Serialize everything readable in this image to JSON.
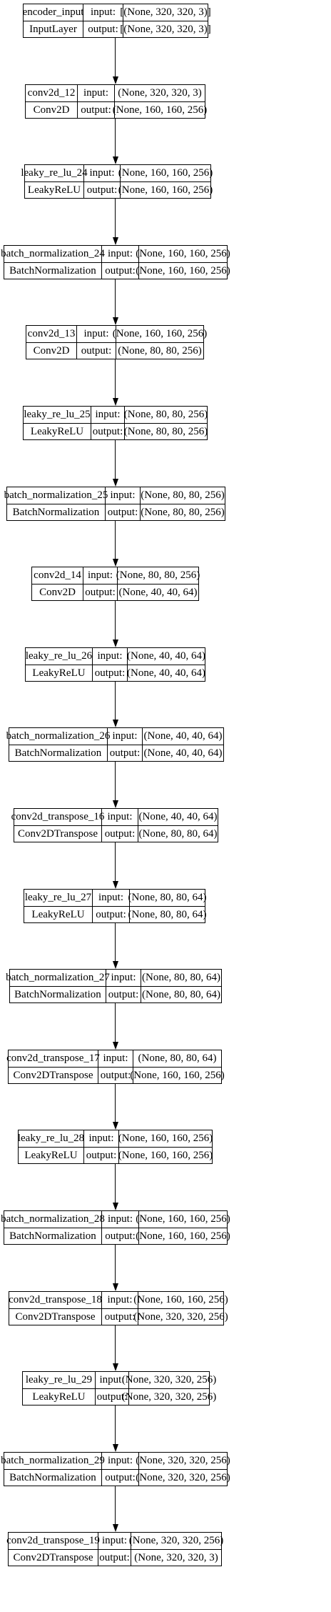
{
  "layers": [
    {
      "name": "encoder_input",
      "type": "InputLayer",
      "input_label": "input:",
      "output_label": "output:",
      "input_shape": "[(None, 320, 320, 3)]",
      "output_shape": "[(None, 320, 320, 3)]"
    },
    {
      "name": "conv2d_12",
      "type": "Conv2D",
      "input_label": "input:",
      "output_label": "output:",
      "input_shape": "(None, 320, 320, 3)",
      "output_shape": "(None, 160, 160, 256)"
    },
    {
      "name": "leaky_re_lu_24",
      "type": "LeakyReLU",
      "input_label": "input:",
      "output_label": "output:",
      "input_shape": "(None, 160, 160, 256)",
      "output_shape": "(None, 160, 160, 256)"
    },
    {
      "name": "batch_normalization_24",
      "type": "BatchNormalization",
      "input_label": "input:",
      "output_label": "output:",
      "input_shape": "(None, 160, 160, 256)",
      "output_shape": "(None, 160, 160, 256)"
    },
    {
      "name": "conv2d_13",
      "type": "Conv2D",
      "input_label": "input:",
      "output_label": "output:",
      "input_shape": "(None, 160, 160, 256)",
      "output_shape": "(None, 80, 80, 256)"
    },
    {
      "name": "leaky_re_lu_25",
      "type": "LeakyReLU",
      "input_label": "input:",
      "output_label": "output:",
      "input_shape": "(None, 80, 80, 256)",
      "output_shape": "(None, 80, 80, 256)"
    },
    {
      "name": "batch_normalization_25",
      "type": "BatchNormalization",
      "input_label": "input:",
      "output_label": "output:",
      "input_shape": "(None, 80, 80, 256)",
      "output_shape": "(None, 80, 80, 256)"
    },
    {
      "name": "conv2d_14",
      "type": "Conv2D",
      "input_label": "input:",
      "output_label": "output:",
      "input_shape": "(None, 80, 80, 256)",
      "output_shape": "(None, 40, 40, 64)"
    },
    {
      "name": "leaky_re_lu_26",
      "type": "LeakyReLU",
      "input_label": "input:",
      "output_label": "output:",
      "input_shape": "(None, 40, 40, 64)",
      "output_shape": "(None, 40, 40, 64)"
    },
    {
      "name": "batch_normalization_26",
      "type": "BatchNormalization",
      "input_label": "input:",
      "output_label": "output:",
      "input_shape": "(None, 40, 40, 64)",
      "output_shape": "(None, 40, 40, 64)"
    },
    {
      "name": "conv2d_transpose_16",
      "type": "Conv2DTranspose",
      "input_label": "input:",
      "output_label": "output:",
      "input_shape": "(None, 40, 40, 64)",
      "output_shape": "(None, 80, 80, 64)"
    },
    {
      "name": "leaky_re_lu_27",
      "type": "LeakyReLU",
      "input_label": "input:",
      "output_label": "output:",
      "input_shape": "(None, 80, 80, 64)",
      "output_shape": "(None, 80, 80, 64)"
    },
    {
      "name": "batch_normalization_27",
      "type": "BatchNormalization",
      "input_label": "input:",
      "output_label": "output:",
      "input_shape": "(None, 80, 80, 64)",
      "output_shape": "(None, 80, 80, 64)"
    },
    {
      "name": "conv2d_transpose_17",
      "type": "Conv2DTranspose",
      "input_label": "input:",
      "output_label": "output:",
      "input_shape": "(None, 80, 80, 64)",
      "output_shape": "(None, 160, 160, 256)"
    },
    {
      "name": "leaky_re_lu_28",
      "type": "LeakyReLU",
      "input_label": "input:",
      "output_label": "output:",
      "input_shape": "(None, 160, 160, 256)",
      "output_shape": "(None, 160, 160, 256)"
    },
    {
      "name": "batch_normalization_28",
      "type": "BatchNormalization",
      "input_label": "input:",
      "output_label": "output:",
      "input_shape": "(None, 160, 160, 256)",
      "output_shape": "(None, 160, 160, 256)"
    },
    {
      "name": "conv2d_transpose_18",
      "type": "Conv2DTranspose",
      "input_label": "input:",
      "output_label": "output:",
      "input_shape": "(None, 160, 160, 256)",
      "output_shape": "(None, 320, 320, 256)"
    },
    {
      "name": "leaky_re_lu_29",
      "type": "LeakyReLU",
      "input_label": "input:",
      "output_label": "output:",
      "input_shape": "(None, 320, 320, 256)",
      "output_shape": "(None, 320, 320, 256)"
    },
    {
      "name": "batch_normalization_29",
      "type": "BatchNormalization",
      "input_label": "input:",
      "output_label": "output:",
      "input_shape": "(None, 320, 320, 256)",
      "output_shape": "(None, 320, 320, 256)"
    },
    {
      "name": "conv2d_transpose_19",
      "type": "Conv2DTranspose",
      "input_label": "input:",
      "output_label": "output:",
      "input_shape": "(None, 320, 320, 256)",
      "output_shape": "(None, 320, 320, 3)"
    }
  ]
}
